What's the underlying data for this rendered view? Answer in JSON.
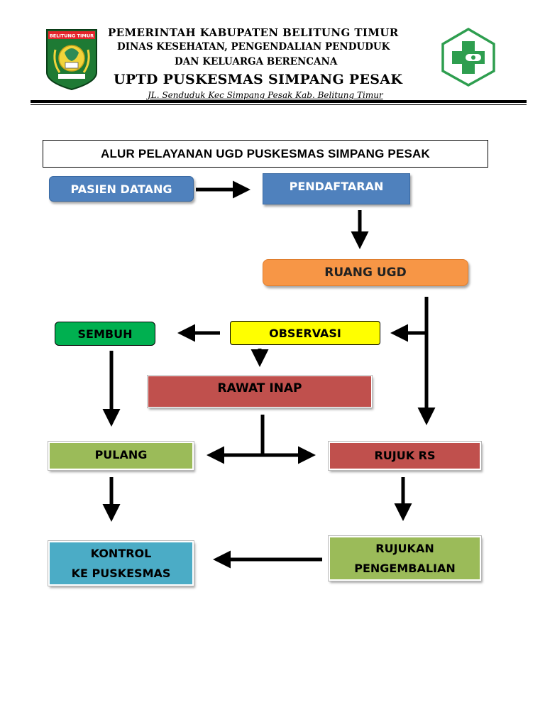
{
  "header": {
    "line1": "PEMERINTAH KABUPATEN BELITUNG TIMUR",
    "line2": "DINAS KESEHATAN, PENGENDALIAN PENDUDUK",
    "line3": "DAN KELUARGA BERENCANA",
    "line4": "UPTD PUSKESMAS SIMPANG PESAK",
    "address": "JL. Senduduk Kec Simpang Pesak Kab. Belitung Timur",
    "logo_left_text": "BELITUNG TIMUR",
    "logo_right_icon": "puskesmas-cross-logo"
  },
  "title": "ALUR  PELAYANAN UGD PUSKESMAS SIMPANG PESAK",
  "nodes": {
    "pasien_datang": "PASIEN DATANG",
    "pendaftaran": "PENDAFTARAN",
    "ruang_ugd": "RUANG UGD",
    "observasi": "OBSERVASI",
    "sembuh": "SEMBUH",
    "rawat_inap": "RAWAT INAP",
    "pulang": "PULANG",
    "rujuk_rs": "RUJUK RS",
    "kontrol_line1": "KONTROL",
    "kontrol_line2": "KE PUSKESMAS",
    "rujukan_line1": "RUJUKAN",
    "rujukan_line2": "PENGEMBALIAN"
  },
  "colors": {
    "blue": "#4f81bd",
    "orange": "#f79646",
    "yellow": "#ffff00",
    "green": "#00b050",
    "red": "#c0504d",
    "olive": "#9bbb59",
    "teal": "#4bacc6"
  }
}
